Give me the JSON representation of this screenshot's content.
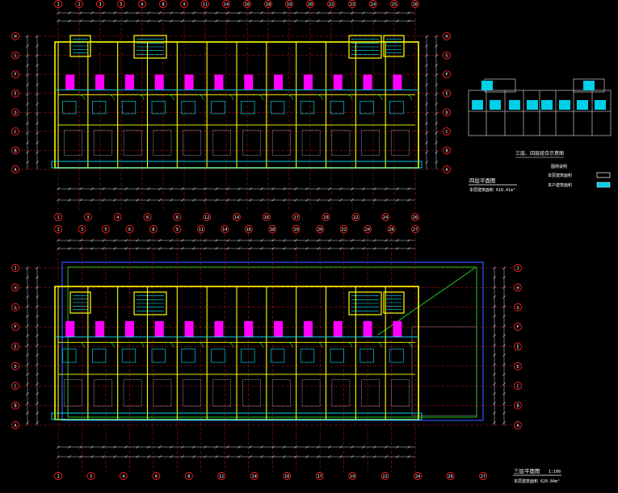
{
  "colors": {
    "background": "#000000",
    "axis": "#ff2020",
    "wall": "#ffff00",
    "dim": "#cfcfcf",
    "cyan": "#00e5ff",
    "magenta": "#ff00ff",
    "green": "#22dd22",
    "blue": "#3355ff",
    "gray": "#8a8a8a",
    "white": "#ffffff"
  },
  "upper_plan": {
    "col_labels": [
      "1",
      "2",
      "3",
      "5",
      "6",
      "8",
      "9",
      "11",
      "14",
      "16",
      "18",
      "19",
      "20",
      "22",
      "23",
      "24",
      "25",
      "26"
    ],
    "bottom_col_labels": [
      "1",
      "3",
      "4",
      "6",
      "8",
      "12",
      "14",
      "16",
      "17",
      "19",
      "22",
      "24",
      "26"
    ],
    "row_labels": [
      "H",
      "G",
      "F",
      "E",
      "D",
      "C",
      "B",
      "A"
    ],
    "caption": "四层平面图",
    "area": "本层建筑面积 618.41m²"
  },
  "lower_plan": {
    "col_labels": [
      "1",
      "3",
      "5",
      "6",
      "8",
      "9",
      "11",
      "14",
      "16",
      "18",
      "19",
      "20",
      "22",
      "24",
      "26",
      "27"
    ],
    "bottom_col_labels": [
      "1",
      "3",
      "4",
      "6",
      "8",
      "12",
      "14",
      "16",
      "17",
      "19",
      "22",
      "24",
      "26",
      "27"
    ],
    "row_labels": [
      "J",
      "H",
      "G",
      "F",
      "E",
      "D",
      "C",
      "B",
      "A"
    ],
    "caption": "三层平面图",
    "scale": "1:100",
    "area": "本层建筑面积 620.84m²"
  },
  "key_plan": {
    "caption": "三层、四层组合示意图",
    "legend_title": "图例说明",
    "legend_items": [
      "本层建筑面积",
      "本户建筑面积"
    ]
  }
}
